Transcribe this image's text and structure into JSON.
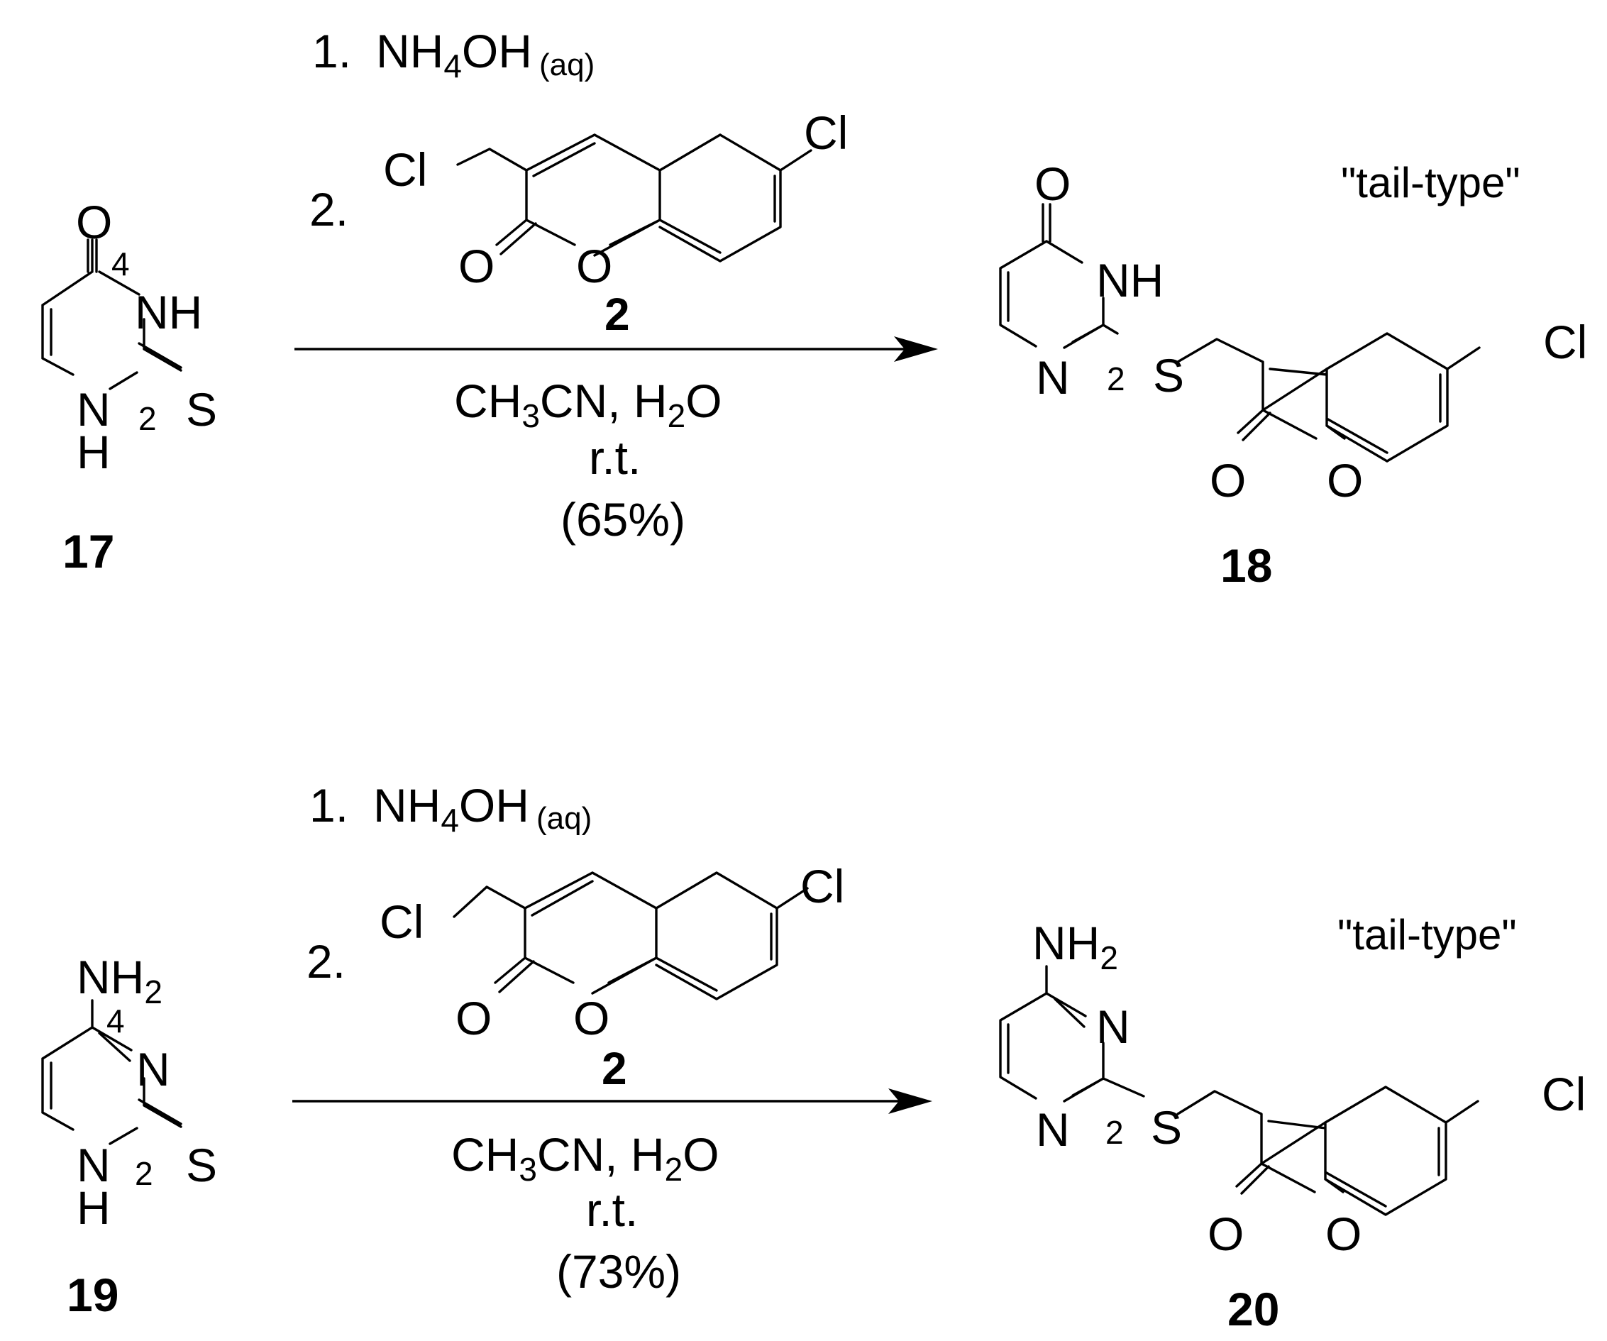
{
  "colors": {
    "ink": "#000000",
    "background": "#ffffff"
  },
  "atoms": {
    "O": "O",
    "NH": "NH",
    "N": "N",
    "H": "H",
    "S": "S",
    "Cl": "Cl",
    "NH2_main": "NH",
    "NH2_sub": "2"
  },
  "locants": {
    "c4": "4",
    "c2": "2"
  },
  "reaction_1": {
    "reactant_label": "17",
    "reagent_reagent": "2",
    "product_label": "18",
    "annotation": "\"tail-type\"",
    "step1": {
      "number": "1.",
      "reagent": "NH",
      "reagent_sub": "4",
      "reagent_tail": "OH",
      "phase": "(aq)"
    },
    "step2": {
      "number": "2."
    },
    "solvent": {
      "a": "CH",
      "a_sub": "3",
      "b": "CN, H",
      "b_sub": "2",
      "c": "O"
    },
    "temperature": "r.t.",
    "yield": "(65%)"
  },
  "reaction_2": {
    "reactant_label": "19",
    "reagent_reagent": "2",
    "product_label": "20",
    "annotation": "\"tail-type\"",
    "step1": {
      "number": "1.",
      "reagent": "NH",
      "reagent_sub": "4",
      "reagent_tail": "OH",
      "phase": "(aq)"
    },
    "step2": {
      "number": "2."
    },
    "solvent": {
      "a": "CH",
      "a_sub": "3",
      "b": "CN, H",
      "b_sub": "2",
      "c": "O"
    },
    "temperature": "r.t.",
    "yield": "(73%)"
  }
}
